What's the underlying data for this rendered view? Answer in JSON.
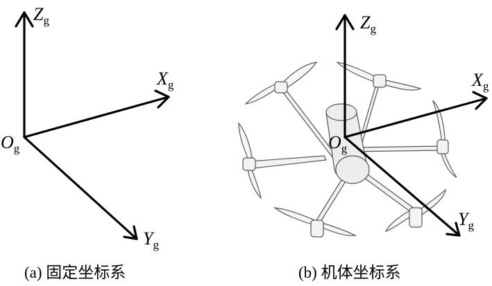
{
  "left_panel": {
    "caption": "(a) 固定坐标系",
    "axes": {
      "z": {
        "letter": "Z",
        "sub": "g"
      },
      "x": {
        "letter": "X",
        "sub": "g"
      },
      "y": {
        "letter": "Y",
        "sub": "g"
      },
      "origin": {
        "letter": "O",
        "sub": "g"
      }
    }
  },
  "right_panel": {
    "caption": "(b) 机体坐标系",
    "axes": {
      "z": {
        "letter": "Z",
        "sub": "g"
      },
      "x": {
        "letter": "X",
        "sub": "g"
      },
      "y": {
        "letter": "Y",
        "sub": "g"
      },
      "origin": {
        "letter": "O",
        "sub": "g"
      }
    }
  }
}
